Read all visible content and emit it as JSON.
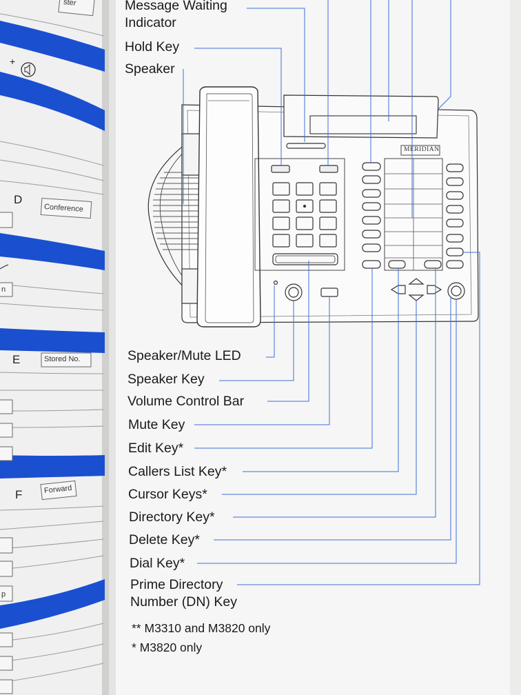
{
  "diagram": {
    "labels_top": [
      {
        "id": "msg-waiting",
        "text": "Message Waiting\nIndicator"
      },
      {
        "id": "hold-key",
        "text": "Hold Key"
      },
      {
        "id": "speaker",
        "text": "Speaker"
      }
    ],
    "labels_bottom": [
      {
        "id": "speaker-mute-led",
        "text": "Speaker/Mute LED"
      },
      {
        "id": "speaker-key",
        "text": "Speaker Key"
      },
      {
        "id": "volume-control-bar",
        "text": "Volume Control Bar"
      },
      {
        "id": "mute-key",
        "text": "Mute Key"
      },
      {
        "id": "edit-key",
        "text": "Edit Key*"
      },
      {
        "id": "callers-list-key",
        "text": "Callers List Key*"
      },
      {
        "id": "cursor-keys",
        "text": "Cursor Keys*"
      },
      {
        "id": "directory-key",
        "text": "Directory Key*"
      },
      {
        "id": "delete-key",
        "text": "Delete Key*"
      },
      {
        "id": "dial-key",
        "text": "Dial Key*"
      },
      {
        "id": "prime-dn-key",
        "text": "Prime Directory\nNumber (DN) Key"
      }
    ],
    "phone_brand": "MERIDIAN",
    "footnotes": [
      {
        "mark": "**",
        "text": "M3310 and M3820 only"
      },
      {
        "mark": "*",
        "text": "M3820 only"
      }
    ]
  },
  "left_page": {
    "letters": [
      "D",
      "E",
      "F"
    ],
    "tags": [
      "ster",
      "Conference",
      "Stored No.",
      "Forward",
      "n",
      "p"
    ],
    "accent_color": "#1a4fd0"
  }
}
